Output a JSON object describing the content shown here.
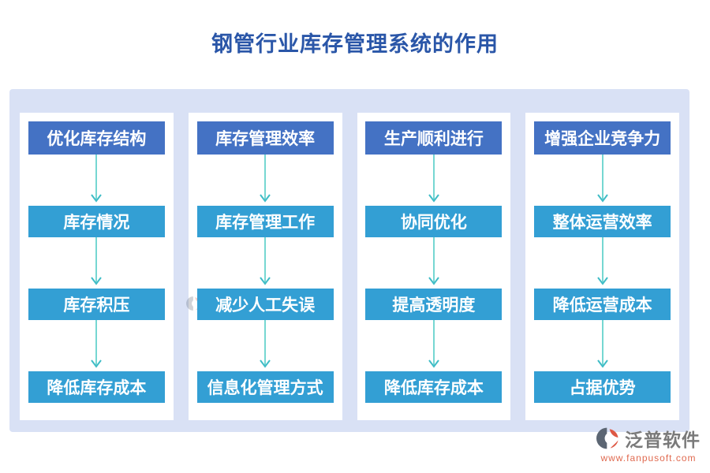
{
  "title": "钢管行业库存管理系统的作用",
  "colors": {
    "title_blue": "#2a56a8",
    "primary_box": "#4472c4",
    "secondary_box": "#339fd4",
    "arrow_line": "#76d7d2",
    "arrow_head": "#3ebcc6",
    "board_bg": "#d9e1f5",
    "column_bg": "#ffffff",
    "brand_gray": "#7a7a7a",
    "brand_orange": "#e06a50"
  },
  "columns": [
    {
      "items": [
        "优化库存结构",
        "库存情况",
        "库存积压",
        "降低库存成本"
      ]
    },
    {
      "items": [
        "库存管理效率",
        "库存管理工作",
        "减少人工失误",
        "信息化管理方式"
      ]
    },
    {
      "items": [
        "生产顺利进行",
        "协同优化",
        "提高透明度",
        "降低库存成本"
      ]
    },
    {
      "items": [
        "增强企业竞争力",
        "整体运营效率",
        "降低运营成本",
        "占据优势"
      ]
    }
  ],
  "watermark": {
    "text": "泛普软件"
  },
  "footer": {
    "brand": "泛普软件",
    "url": "www.fanpusoft.com"
  }
}
